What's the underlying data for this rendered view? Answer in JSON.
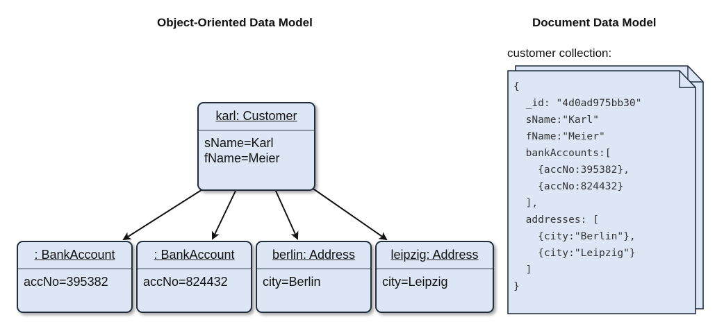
{
  "headings": {
    "left": "Object-Oriented Data Model",
    "right": "Document Data Model"
  },
  "customer": {
    "title": "karl: Customer",
    "attrs": [
      "sName=Karl",
      "fName=Meier"
    ]
  },
  "objects": [
    {
      "title": ": BankAccount",
      "attr": "accNo=395382"
    },
    {
      "title": ": BankAccount",
      "attr": "accNo=824432"
    },
    {
      "title": "berlin: Address",
      "attr": "city=Berlin"
    },
    {
      "title": "leipzig: Address",
      "attr": "city=Leipzig"
    }
  ],
  "document": {
    "caption": "customer collection:",
    "lines": [
      "{",
      "  _id: \"4d0ad975bb30\"",
      "  sName:\"Karl\"",
      "  fName:\"Meier\"",
      "  bankAccounts:[",
      "    {accNo:395382},",
      "    {accNo:824432}",
      "  ],",
      "  addresses: [",
      "    {city:\"Berlin\"},",
      "    {city:\"Leipzig\"}",
      "  ]",
      "}"
    ]
  },
  "colors": {
    "box_fill": "#dce6f5",
    "border": "#1f2d3d",
    "doc_fill": "#dce6f5"
  }
}
